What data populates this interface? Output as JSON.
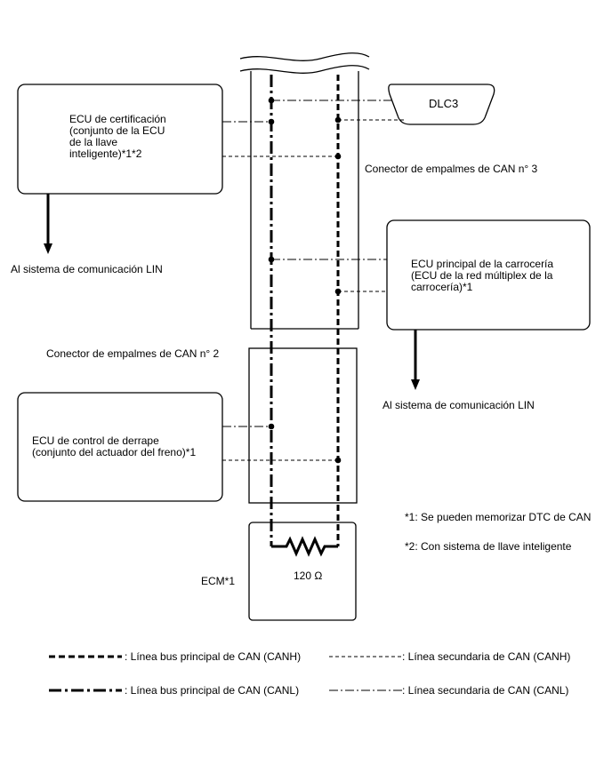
{
  "ecu_cert": "ECU de certificación\n(conjunto de la ECU\nde la llave\ninteligente)*1*2",
  "dlc3": "DLC3",
  "junction3": "Conector de empalmes de CAN n° 3",
  "body_ecu": "ECU principal de la carrocería\n(ECU de la red múltiplex de la\ncarrocería)*1",
  "lin_left": "Al sistema de comunicación LIN",
  "lin_right": "Al sistema de comunicación LIN",
  "junction2": "Conector de empalmes de CAN n° 2",
  "skid_ecu": "ECU de control de derrape\n(conjunto del actuador del freno)*1",
  "note1": "*1: Se pueden memorizar DTC de CAN",
  "note2": "*2: Con sistema de llave inteligente",
  "ecm": "ECM*1",
  "resistor": "120 Ω",
  "legend": {
    "main_canh": ": Línea bus principal de CAN (CANH)",
    "sub_canh": ": Línea secundaria de CAN (CANH)",
    "main_canl": ": Línea bus principal de CAN (CANL)",
    "sub_canl": ": Línea secundaria de CAN (CANL)"
  }
}
